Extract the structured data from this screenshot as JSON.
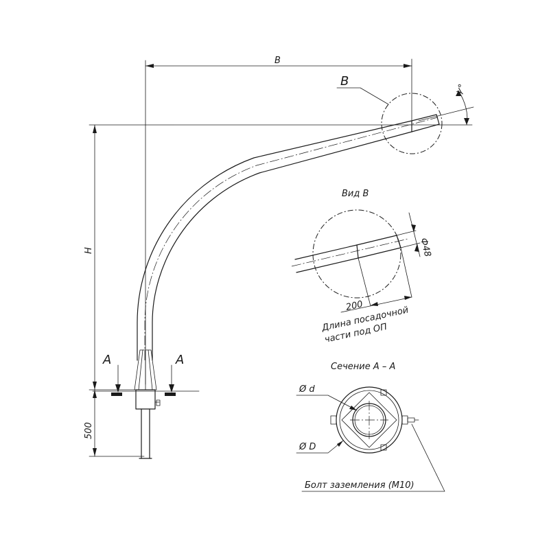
{
  "dimensions": {
    "width_label": "B",
    "height_label": "H",
    "base_depth": "500",
    "angle_label": "γ°"
  },
  "callouts": {
    "detail_marker": "B",
    "section_marker_left": "A",
    "section_marker_right": "A"
  },
  "detail_view": {
    "title": "Вид В",
    "diameter": "Ф48",
    "length": "200",
    "note_line1": "Длина посадочной",
    "note_line2": "части под ОП"
  },
  "section_view": {
    "title": "Сечение А – А",
    "inner_diameter": "Ø d",
    "outer_diameter": "Ø D",
    "bolt_note": "Болт заземления (М10)"
  }
}
